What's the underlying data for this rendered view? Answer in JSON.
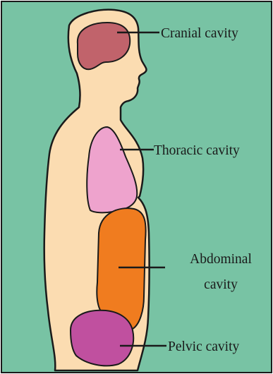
{
  "diagram": {
    "background_color": "#78c3a4",
    "body_color": "#fbdcb1",
    "outline_color": "#1a1a1a",
    "labels": {
      "cranial": "Cranial cavity",
      "thoracic": "Thoracic cavity",
      "abdominal_line1": "Abdominal",
      "abdominal_line2": "cavity",
      "pelvic": "Pelvic cavity"
    },
    "cavities": {
      "cranial_color": "#c1636b",
      "thoracic_color": "#eea3cd",
      "abdominal_color": "#f07c1f",
      "pelvic_color": "#c0509f"
    }
  }
}
